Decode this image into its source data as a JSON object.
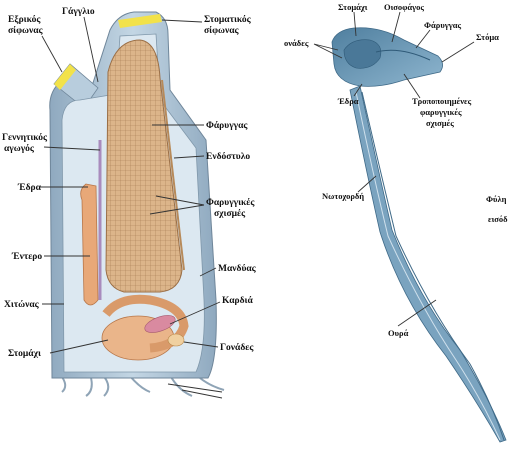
{
  "left_figure": {
    "labels": {
      "excurrent_siphon": [
        "Εξρικός",
        "σίφωνας"
      ],
      "ganglion": "Γάγγλιο",
      "oral_siphon": [
        "Στοματικός",
        "σίφωνας"
      ],
      "genital_duct": [
        "Γεννητικός",
        "αγωγός"
      ],
      "pharynx": "Φάρυγγας",
      "endostyle": "Ενδόστυλο",
      "anus": "Έδρα",
      "pharyngeal_slits": [
        "Φαρυγγικές",
        "σχισμές"
      ],
      "intestine": "Έντερο",
      "mantle": "Μανδύας",
      "tunic": "Χιτώνας",
      "heart": "Καρδιά",
      "stomach": "Στομάχι",
      "gonads": "Γονάδες"
    }
  },
  "right_figure": {
    "labels": {
      "stomach": "Στομάχι",
      "esophagus": "Οισοφάγος",
      "pharynx": "Φάρυγγας",
      "mouth": "Στόμα",
      "gonads": "ονάδες",
      "anus": "Έδρα",
      "modified_slits": [
        "Τροποποιημένες",
        "φαρυγγικές",
        "σχισμές"
      ],
      "notochord": "Νωτοχορδή",
      "tail": "Ουρά",
      "cropped_text": [
        "Φύλη",
        "εισόδ"
      ]
    }
  },
  "colors": {
    "tunic_blue": "#9fb8cc",
    "mantle_light": "#cfe0ec",
    "pharynx_tan": "#d9b48a",
    "gut_orange": "#e8a878",
    "larva_blue": "#6e9ab6",
    "siphon_yellow": "#f2e24a"
  }
}
